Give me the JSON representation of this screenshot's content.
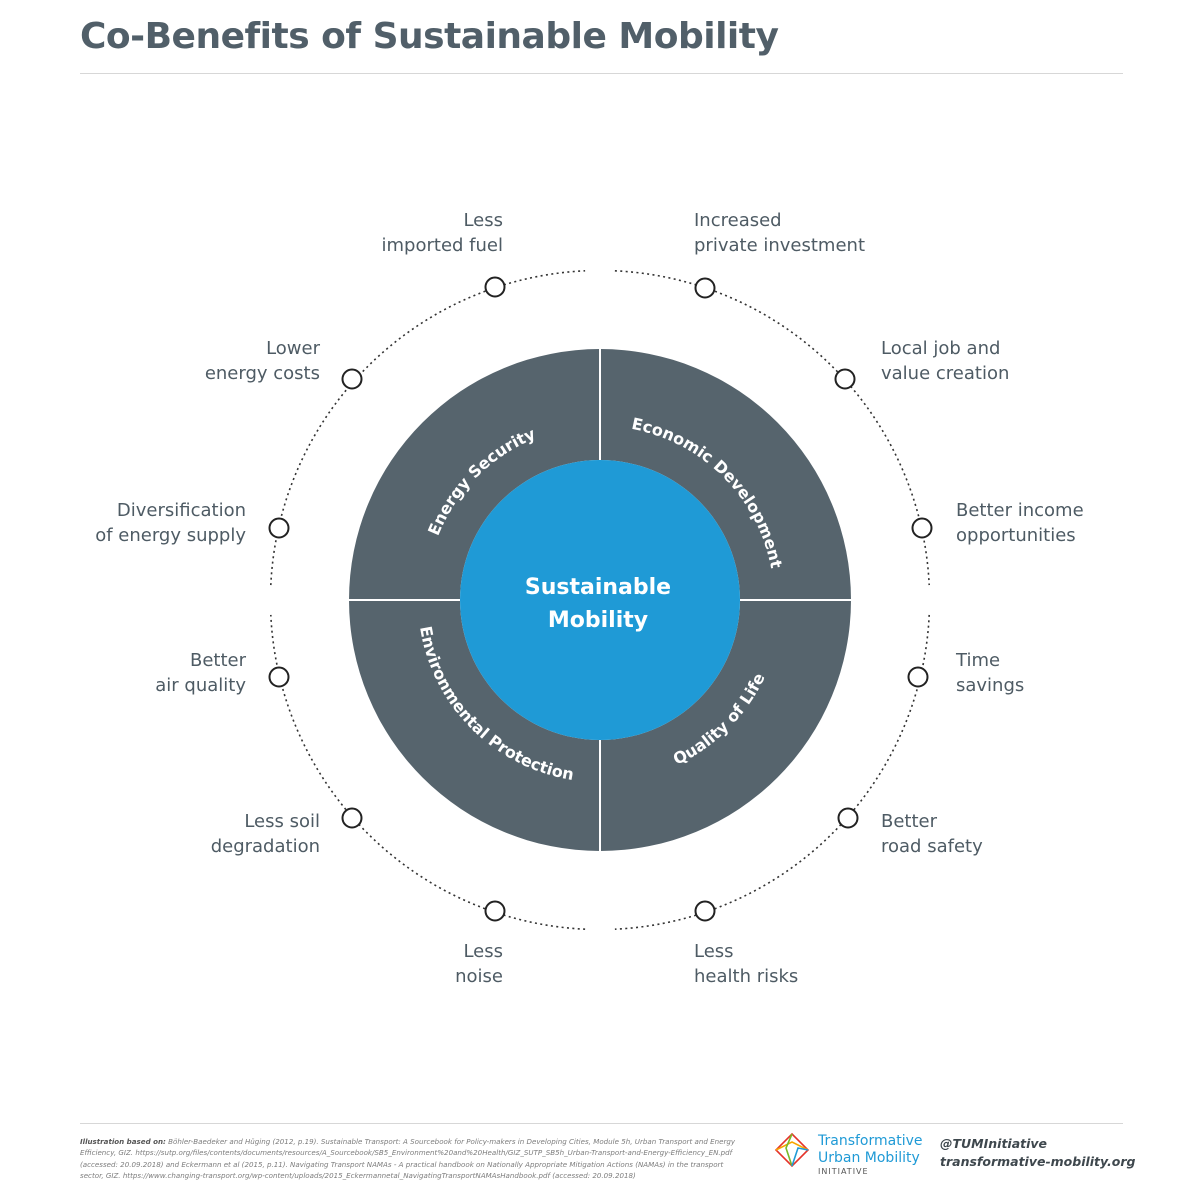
{
  "title": "Co-Benefits of Sustainable Mobility",
  "center": {
    "line1": "Sustainable",
    "line2": "Mobility"
  },
  "sectors": {
    "top_left": "Energy Security",
    "top_right": "Economic Development",
    "bottom_left": "Environmental Protection",
    "bottom_right": "Quality of Life"
  },
  "benefits": {
    "imported_fuel": [
      "Less",
      "imported fuel"
    ],
    "private_investment": [
      "Increased",
      "private investment"
    ],
    "energy_costs": [
      "Lower",
      "energy costs"
    ],
    "local_job": [
      "Local job and",
      "value creation"
    ],
    "diversification": [
      "Diversification",
      "of energy supply"
    ],
    "income": [
      "Better income",
      "opportunities"
    ],
    "air_quality": [
      "Better",
      "air quality"
    ],
    "time_savings": [
      "Time",
      "savings"
    ],
    "soil": [
      "Less soil",
      "degradation"
    ],
    "road_safety": [
      "Better",
      "road safety"
    ],
    "noise": [
      "Less",
      "noise"
    ],
    "health": [
      "Less",
      "health risks"
    ]
  },
  "footer": {
    "label": "Illustration based on:",
    "citation": "Böhler-Baedeker and Hüging (2012, p.19). Sustainable Transport: A Sourcebook for Policy-makers in Developing Cities, Module 5h, Urban Transport and Energy Efficiency, GIZ. https://sutp.org/files/contents/documents/resources/A_Sourcebook/SB5_Environment%20and%20Health/GIZ_SUTP_SB5h_Urban-Transport-and-Energy-Efficiency_EN.pdf (accessed: 20.09.2018) and Eckermann et al (2015, p.11). Navigating Transport NAMAs - A practical handbook on Nationally Appropriate Mitigation Actions (NAMAs) in the transport sector, GIZ. https://www.changing-transport.org/wp-content/uploads/2015_Eckermannetal_NavigatingTransportNAMAsHandbook.pdf (accessed: 20.09.2018)"
  },
  "logo": {
    "line1": "Transformative",
    "line2": "Urban Mobility",
    "line3": "INITIATIVE"
  },
  "social": {
    "handle": "@TUMInitiative",
    "url": "transformative-mobility.org"
  },
  "colors": {
    "ring": "#56646d",
    "center": "#1f9ad6",
    "text": "#4e5b64",
    "title": "#515f69"
  }
}
